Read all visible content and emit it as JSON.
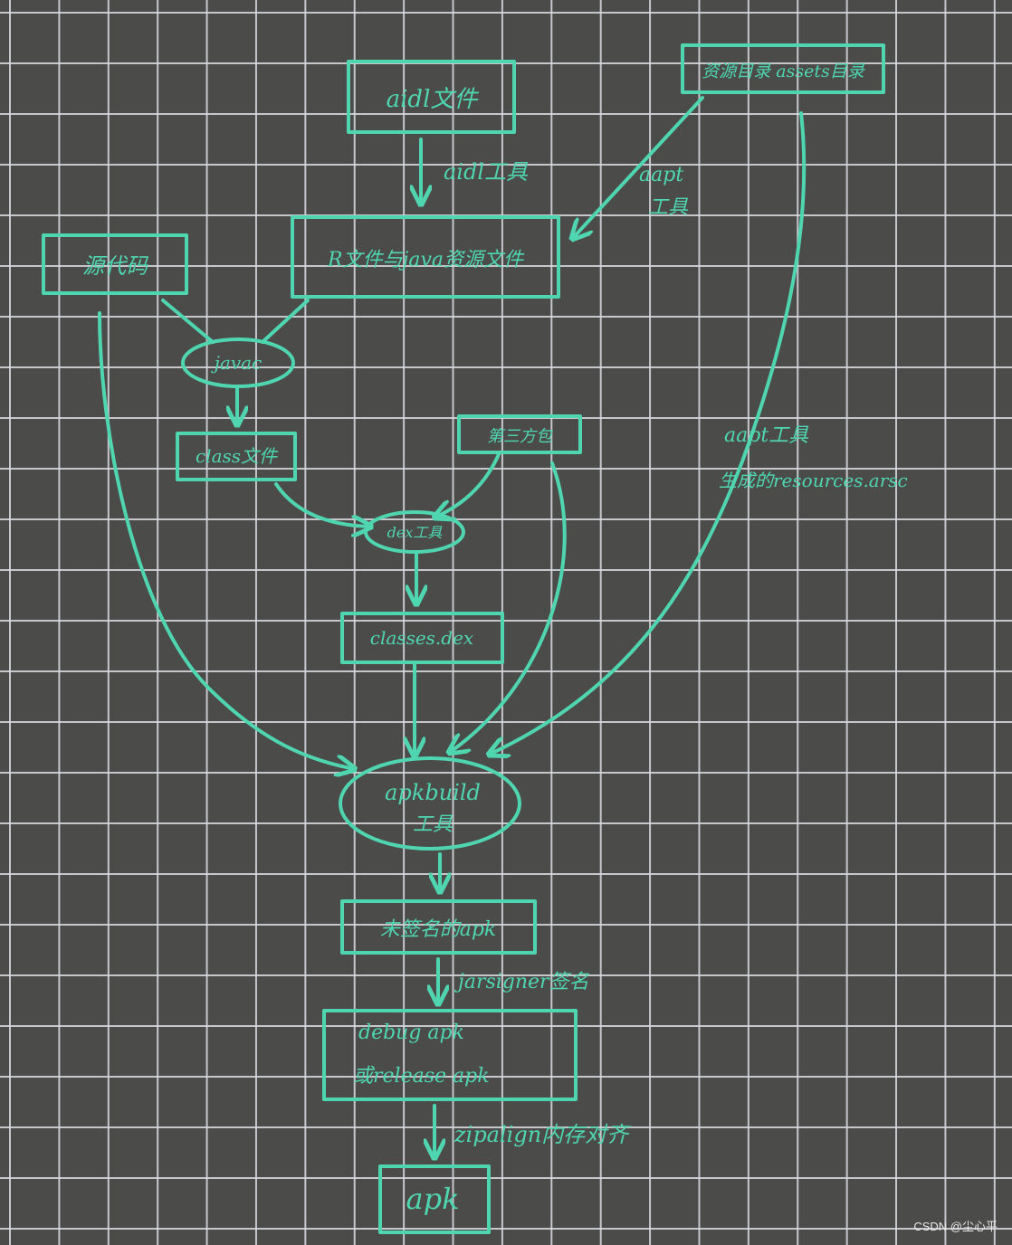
{
  "colors": {
    "background": "#4b4b49",
    "grid": "#d6d8de",
    "ink": "#4fd6b0",
    "watermark": "#e8e8e8"
  },
  "nodes": {
    "aidl_file": "aidl文件",
    "res_assets": "资源目录 assets目录",
    "r_java": "R文件与java资源文件",
    "source_code": "源代码",
    "javac": "javac",
    "class_file": "class文件",
    "third_party": "第三方包",
    "dex_tool": "dex工具",
    "classes_dex": "classes.dex",
    "apkbuilder_line1": "apkbuild",
    "apkbuilder_line2": "工具",
    "unsigned_apk": "未签名的apk",
    "signed_line1": "debug apk",
    "signed_line2": "或release apk",
    "final_apk": "apk"
  },
  "edges": {
    "aidl_tool": "aidl工具",
    "aapt_top_line1": "aapt",
    "aapt_top_line2": "工具",
    "aapt_right_line1": "aapt工具",
    "aapt_right_line2": "生成的resources.arsc",
    "jarsigner": "jarsigner签名",
    "zipalign": "zipalign内存对齐"
  },
  "watermark": "CSDN @尘心平"
}
